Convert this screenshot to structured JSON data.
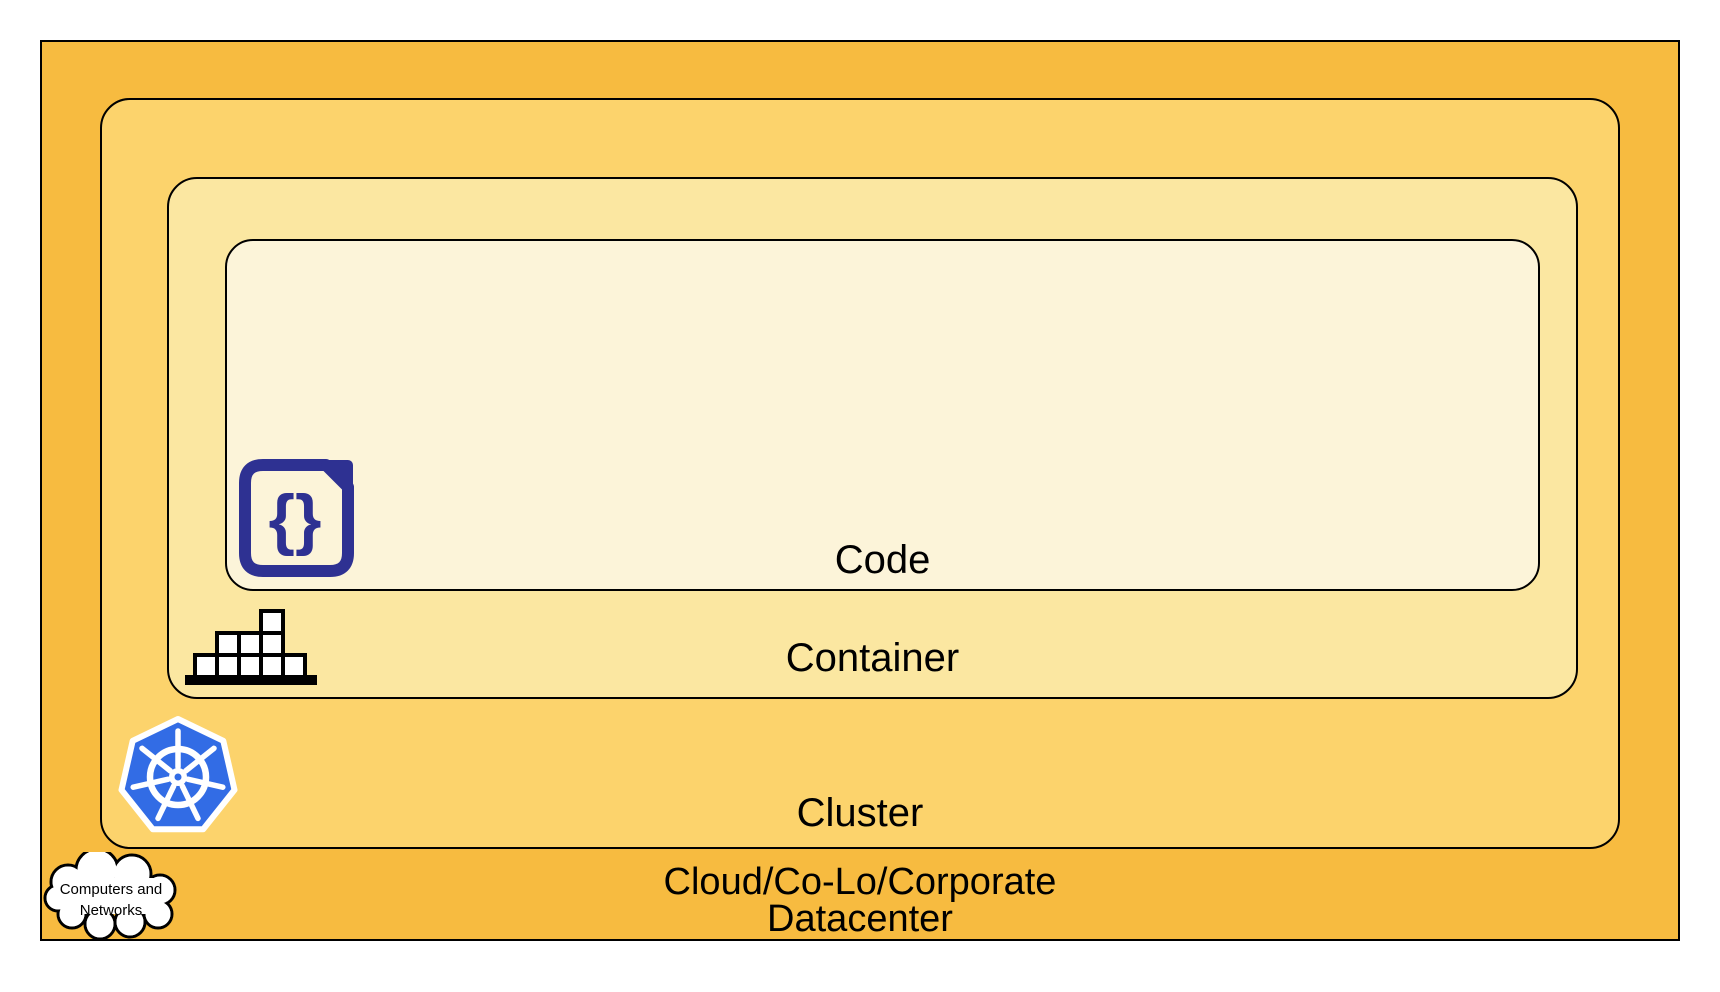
{
  "layers": {
    "code": {
      "label": "Code",
      "fill": "#FCF4D9",
      "icon": "code-file-icon",
      "icon_glyph": "{}"
    },
    "container": {
      "label": "Container",
      "fill": "#FBE7A1",
      "icon": "container-stack-icon"
    },
    "cluster": {
      "label": "Cluster",
      "fill": "#FCD36C",
      "icon": "kubernetes-icon"
    },
    "datacenter": {
      "label_line1": "Cloud/Co-Lo/Corporate",
      "label_line2": "Datacenter",
      "fill": "#F7BB40",
      "icon": "computers-and-networks-cloud-icon"
    }
  },
  "cloud_callout": {
    "line1": "Computers and",
    "line2": "Networks"
  },
  "colors": {
    "kubernetes_blue": "#326CE5",
    "code_icon_navy": "#2E3192",
    "outline_black": "#000000",
    "page_background": "#FFFFFF"
  }
}
